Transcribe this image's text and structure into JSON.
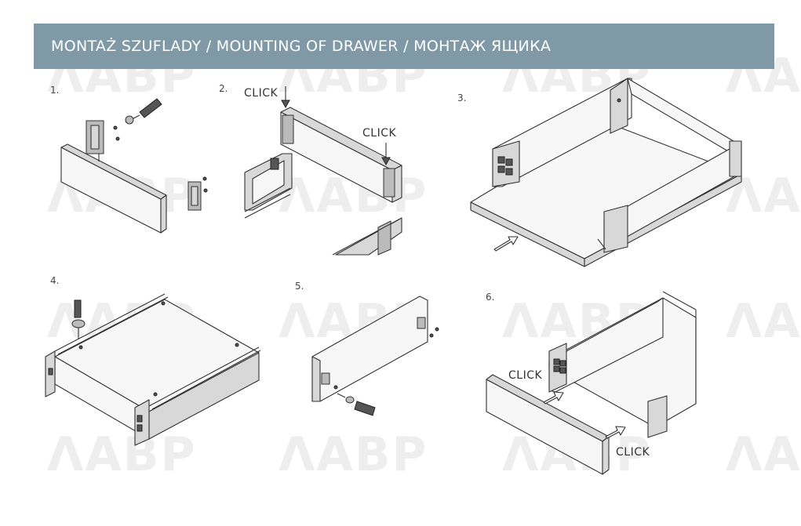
{
  "header": {
    "title": "MONTAŻ SZUFLADY / MOUNTING OF DRAWER / МОНТАЖ ЯЩИКА",
    "background": "#7f9aa6"
  },
  "watermark": {
    "text": "ΛABP"
  },
  "steps": [
    {
      "number": "1."
    },
    {
      "number": "2."
    },
    {
      "number": "3."
    },
    {
      "number": "4."
    },
    {
      "number": "5."
    },
    {
      "number": "6."
    }
  ],
  "callouts": {
    "step2_click_left": "CLICK",
    "step2_click_right": "CLICK",
    "step6_click_left": "CLICK",
    "step6_click_right": "CLICK"
  }
}
